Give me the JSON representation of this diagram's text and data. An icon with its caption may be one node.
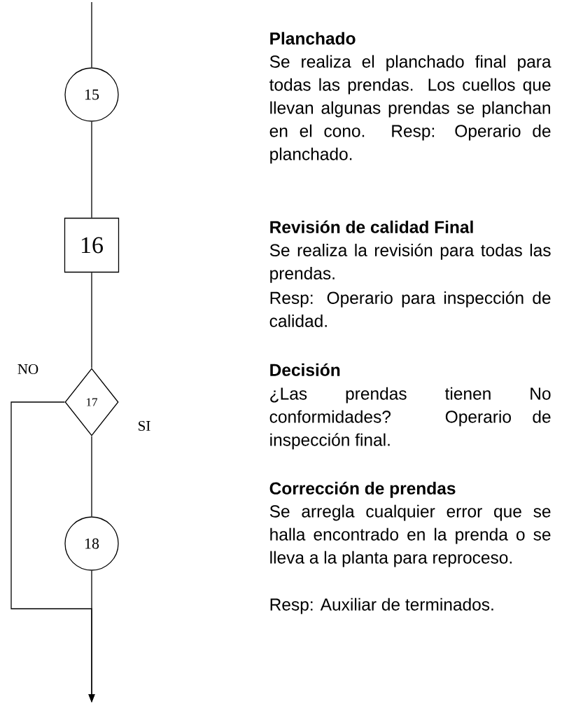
{
  "diagram": {
    "nodes": [
      {
        "text": [
          "15"
        ],
        "beside": [
          "Planchado",
          "Se realiza el planchado final para todas las prendas. Los cuellos que llevan algunas prendas se planchan en el cono. Resp: Operario de planchado."
        ]
      },
      {
        "text": [
          "16"
        ],
        "beside": [
          "Revisión de calidad Final",
          "Se realiza la revisión para todas las prendas.",
          "Resp: Operario para inspección de calidad."
        ]
      },
      {
        "text": [
          "17"
        ],
        "beside": [
          "Decisión",
          "¿Las prendas tienen No conformidades? Operario de inspección final."
        ]
      },
      {
        "text": [
          "18"
        ],
        "beside": [
          "Corrección de prendas",
          "Se arregla cualquier error que se halla encontrado en la prenda o se lleva a la planta para reproceso.",
          "Resp: Auxiliar de terminados."
        ]
      }
    ],
    "edges": [
      {
        "from": null,
        "to": 0,
        "arrow": "none"
      },
      {
        "from": 0,
        "to": 1,
        "arrow": "none"
      },
      {
        "from": 1,
        "to": 2,
        "arrow": "none"
      },
      {
        "from": 2,
        "to": 3,
        "arrow": "none",
        "label": "SI"
      },
      {
        "from": 2,
        "to": null,
        "arrow": "to",
        "label": "NO"
      },
      {
        "from": 3,
        "to": null,
        "arrow": "to"
      }
    ]
  }
}
